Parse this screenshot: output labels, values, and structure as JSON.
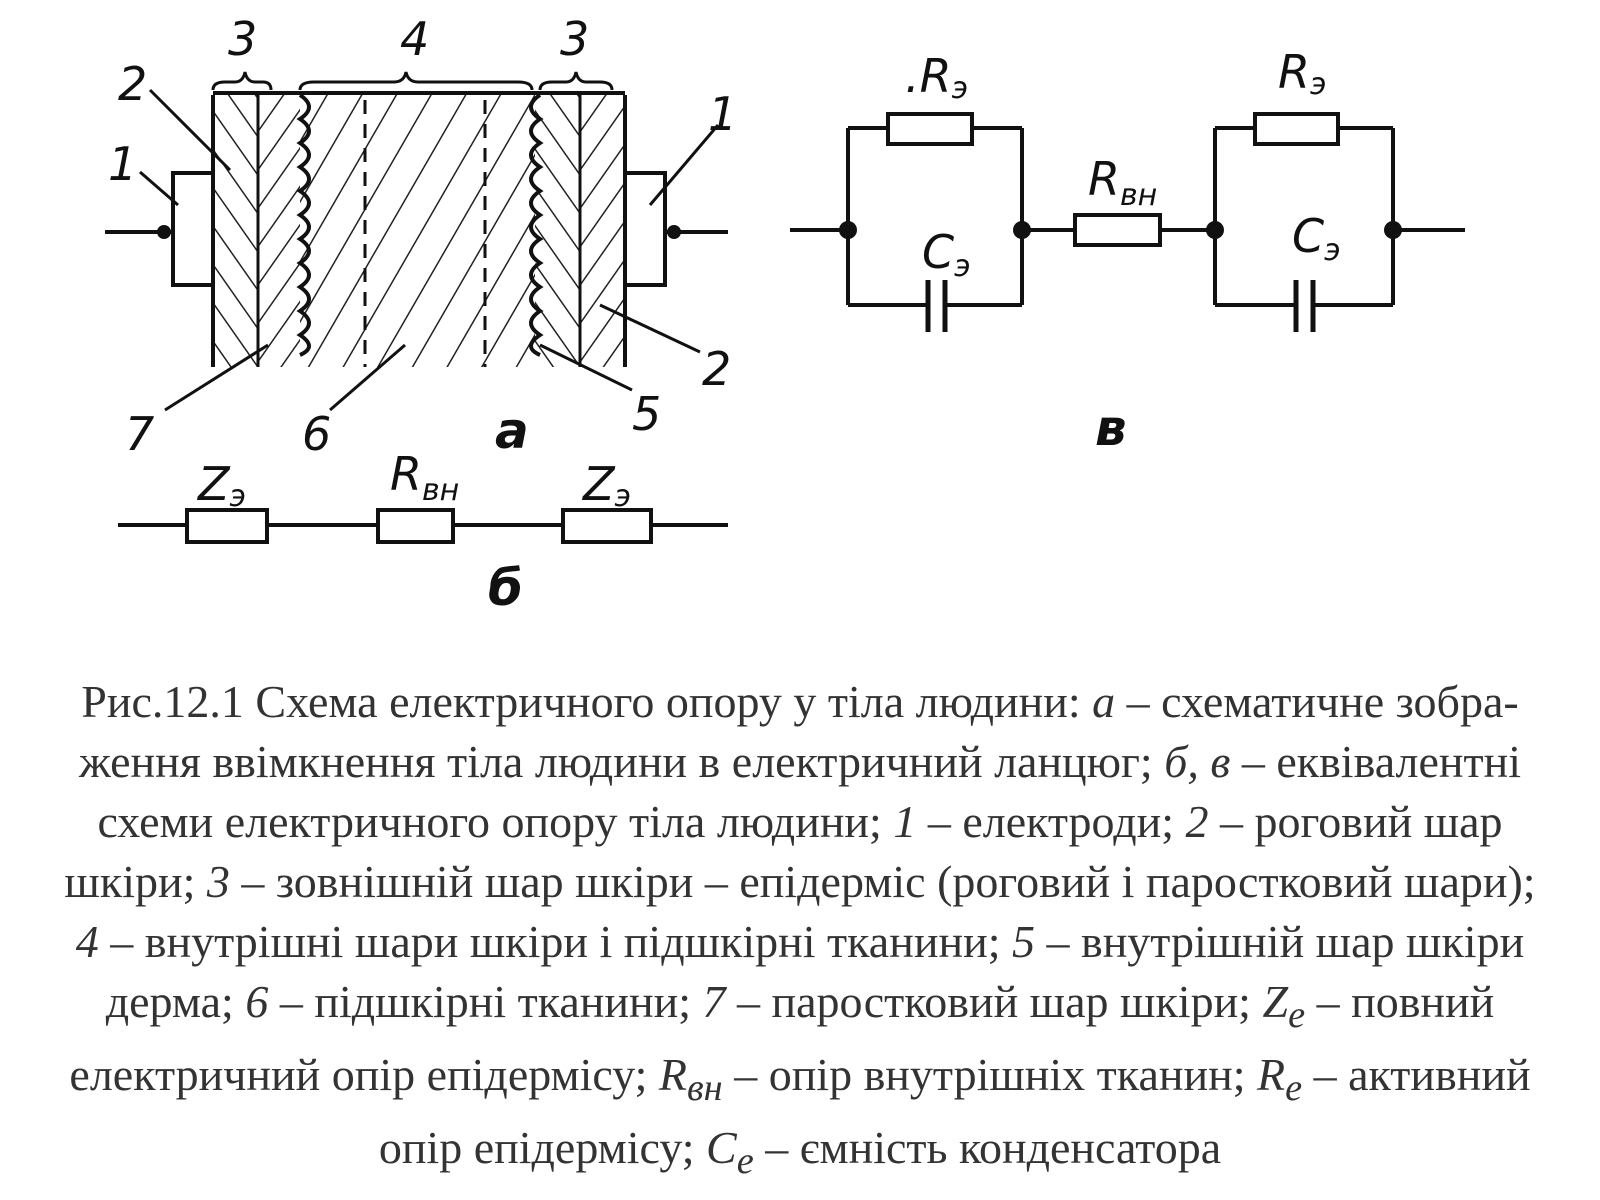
{
  "diagram_a": {
    "callouts": [
      "1",
      "2",
      "3",
      "4",
      "3",
      "1",
      "2",
      "5",
      "6",
      "7"
    ],
    "panel_label": "а"
  },
  "diagram_b": {
    "z_left": "Z",
    "z_left_sub": "э",
    "r_mid": "R",
    "r_mid_sub": "вн",
    "z_right": "Z",
    "z_right_sub": "э",
    "panel_label": "б"
  },
  "diagram_c": {
    "r_left": ".R",
    "r_left_sub": "э",
    "c_left": "C",
    "c_left_sub": "э",
    "r_mid": "R",
    "r_mid_sub": "вн",
    "r_right": "R",
    "r_right_sub": "э",
    "c_right": "C",
    "c_right_sub": "э",
    "panel_label": "в"
  },
  "caption": {
    "p1": "Рис.12.1 Схема електричного опору у тіла людини: ",
    "a": "а",
    "p2": " – схематичне зобра-",
    "p3": "ження ввімкнення тіла людини в електричний ланцюг; ",
    "bv": "б, в",
    "p4": " – еквівалентні",
    "p5": "схеми електричного опору тіла людини; ",
    "n1": "1",
    "p6": " – електроди; ",
    "n2": "2",
    "p7": " – роговий шар",
    "p8": "шкіри; ",
    "n3": "3",
    "p9": " – зовнішній шар шкіри – епідерміс (роговий і паростковий шари);",
    "n4": "4",
    "p10": " – внутрішні шари шкіри і підшкірні тканини; ",
    "n5": "5",
    "p11": " – внутрішній шар шкіри",
    "p12": "дерма; ",
    "n6": "6",
    "p13": " – підшкірні тканини; ",
    "n7": "7",
    "p14": " – паростковий шар шкіри; ",
    "z": "Z",
    "zsub": "е",
    "p15": " – повний",
    "p16": "електричний опір епідермісу; ",
    "r": "R",
    "rsub": "вн",
    "p17": " – опір внутрішніх тканин; ",
    "re": "R",
    "resub": "е",
    "p18": " – активний",
    "p19": "опір епідермісу; ",
    "c": "C",
    "csub": "е",
    "p20": " – ємність конденсатора"
  }
}
